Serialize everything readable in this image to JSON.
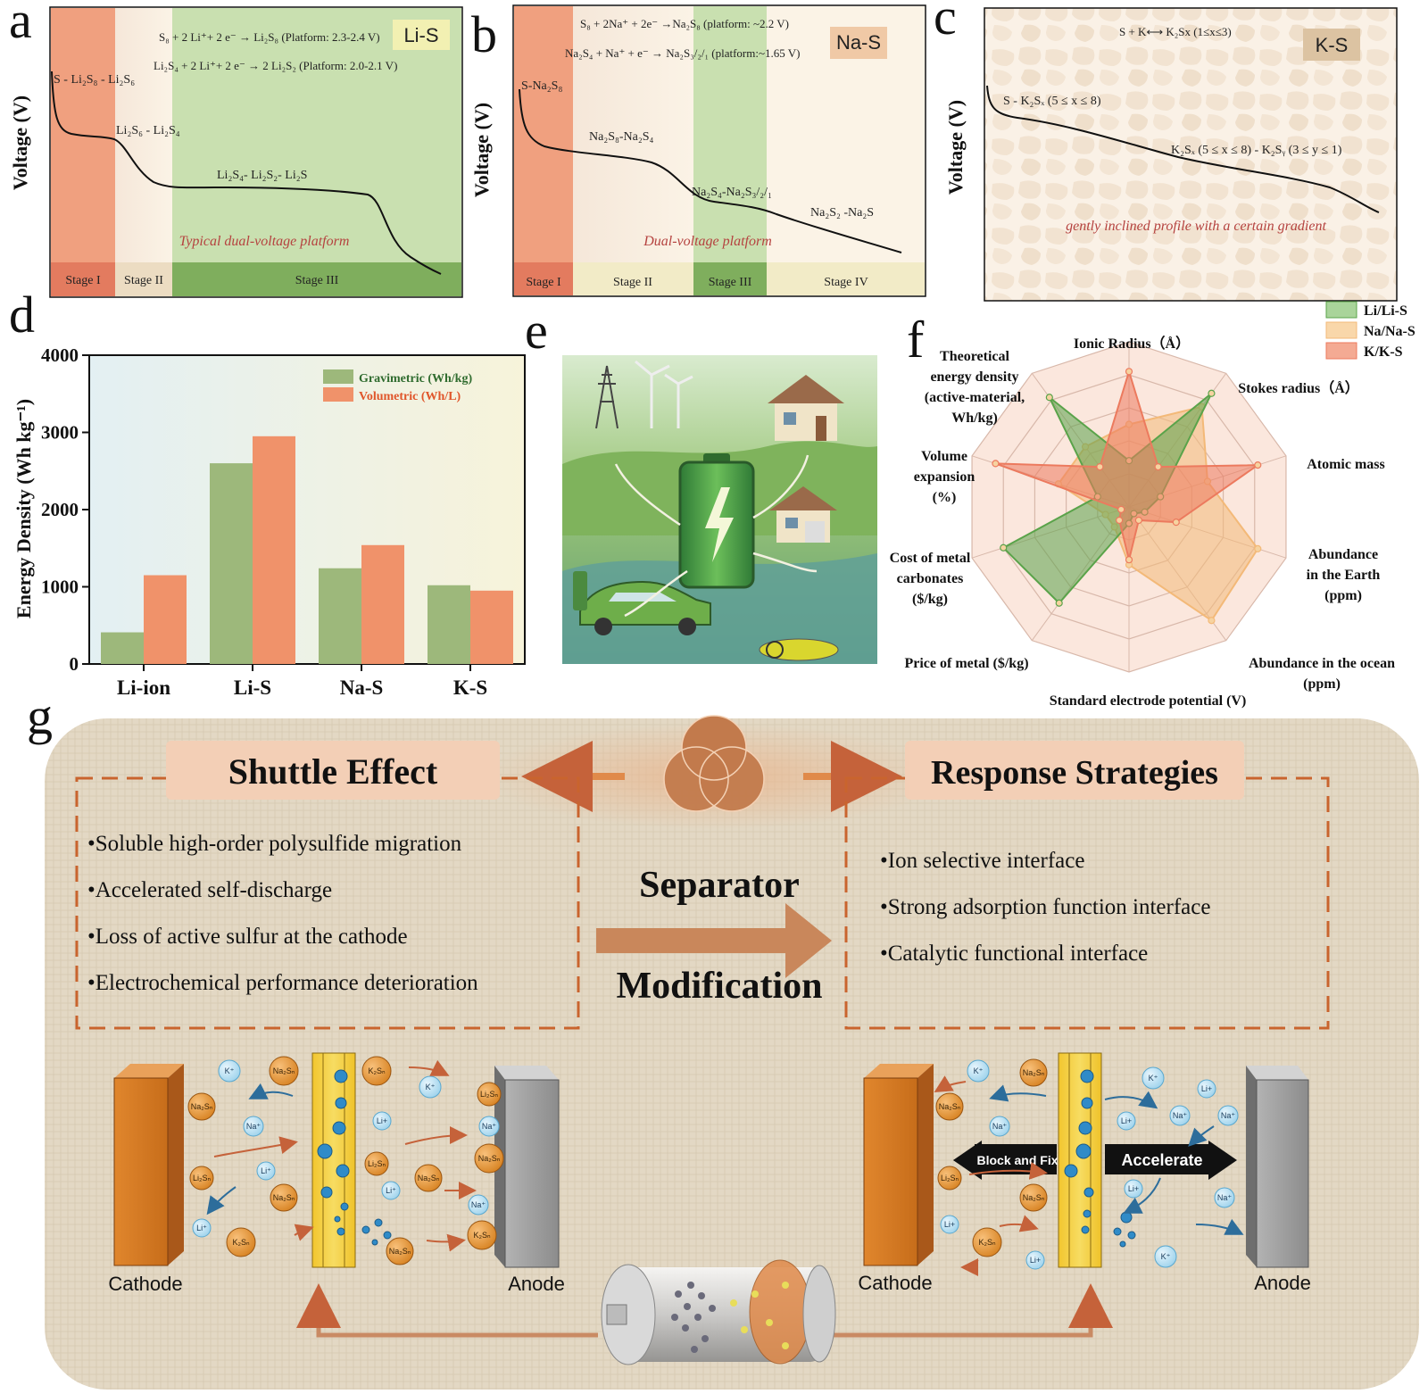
{
  "panels": {
    "a": "a",
    "b": "b",
    "c": "c",
    "d": "d",
    "e": "e",
    "f": "f",
    "g": "g"
  },
  "a": {
    "badge": "Li-S",
    "ylabel": "Voltage (V)",
    "eq1": "S₈ + 2 Li⁺+ 2 e⁻ → Li₂S₈ (Platform: 2.3-2.4 V)",
    "eq2": "Li₂S₄ + 2 Li⁺+ 2 e⁻ → 2 Li₂S₂ (Platform: 2.0-2.1 V)",
    "l1": "S - Li₂S₈ - Li₂S₆",
    "l2": "Li₂S₆ - Li₂S₄",
    "l3": "Li₂S₄- Li₂S₂- Li₂S",
    "note": "Typical dual-voltage platform",
    "stages": [
      "Stage I",
      "Stage II",
      "Stage III"
    ]
  },
  "b": {
    "badge": "Na-S",
    "ylabel": "Voltage (V)",
    "eq1": "S₈ + 2Na⁺ + 2e⁻ →Na₂S₈ (platform: ~2.2 V)",
    "eq2": "Na₂S₄ + Na⁺ + e⁻ → Na₂S₃/₂/₁ (platform:~1.65 V)",
    "l1": "S-Na₂S₈",
    "l2": "Na₂S₈-Na₂S₄",
    "l3": "Na₂S₄-Na₂S₃/₂/₁",
    "l4": "Na₂S₂ -Na₂S",
    "note": "Dual-voltage platform",
    "stages": [
      "Stage I",
      "Stage II",
      "Stage III",
      "Stage IV"
    ]
  },
  "c": {
    "badge": "K-S",
    "ylabel": "Voltage (V)",
    "eq1": "S + K⟷ K₂Sx (1≤x≤3)",
    "l1": "S - K₂Sₓ (5 ≤ x ≤ 8)",
    "l2": "K₂Sₓ (5 ≤ x ≤ 8) - K₂Sᵧ (3 ≤ y ≤ 1)",
    "note": "gently inclined profile with a certain gradient"
  },
  "chart_data": {
    "type": "bar",
    "categories": [
      "Li-ion",
      "Li-S",
      "Na-S",
      "K-S"
    ],
    "series": [
      {
        "name": "Gravimetric (Wh/kg)",
        "values": [
          410,
          2600,
          1240,
          1020
        ],
        "color": "#9db87b"
      },
      {
        "name": "Volumetric (Wh/L)",
        "values": [
          1150,
          2950,
          1540,
          950
        ],
        "color": "#f0926a"
      }
    ],
    "ylabel": "Energy Density (Wh kg⁻¹)",
    "ylim": [
      0,
      4000
    ],
    "yticks": [
      "0",
      "1000",
      "2000",
      "3000",
      "4000"
    ],
    "grid": false,
    "legend": "top-right"
  },
  "f": {
    "axes": [
      "Ionic Radius（Å）",
      "Stokes radius（Å）",
      "Atomic mass",
      "Abundance in the Earth (ppm)",
      "Abundance in the ocean (ppm)",
      "Standard electrode potential (V)",
      "Price of metal ($/kg)",
      "Cost of metal carbonates ($/kg)",
      "Volume expansion (%)",
      "Theoretical energy density (active-material, Wh/kg)"
    ],
    "series": [
      {
        "name": "Li/Li-S",
        "color": "#5aa34a",
        "values": [
          0.28,
          0.85,
          0.2,
          0.1,
          0.05,
          0.1,
          0.72,
          0.8,
          0.2,
          0.82
        ]
      },
      {
        "name": "Na/Na-S",
        "color": "#f3b978",
        "values": [
          0.5,
          0.75,
          0.5,
          0.82,
          0.85,
          0.35,
          0.15,
          0.15,
          0.45,
          0.45
        ]
      },
      {
        "name": "K/K-S",
        "color": "#ec7a5e",
        "values": [
          0.82,
          0.3,
          0.82,
          0.3,
          0.1,
          0.32,
          0.1,
          0.05,
          0.85,
          0.3
        ]
      }
    ]
  },
  "g": {
    "left_title": "Shuttle Effect",
    "right_title": "Response Strategies",
    "center_top": "Separator",
    "center_bottom": "Modification",
    "left_items": [
      "•Soluble high-order polysulfide migration",
      "•Accelerated self-discharge",
      "•Loss of active sulfur at the cathode",
      "•Electrochemical performance deterioration"
    ],
    "right_items": [
      "•Ion selective interface",
      "•Strong adsorption function interface",
      "•Catalytic functional interface"
    ],
    "cathode": "Cathode",
    "anode": "Anode",
    "block": "Block and Fix",
    "accelerate": "Accelerate"
  }
}
